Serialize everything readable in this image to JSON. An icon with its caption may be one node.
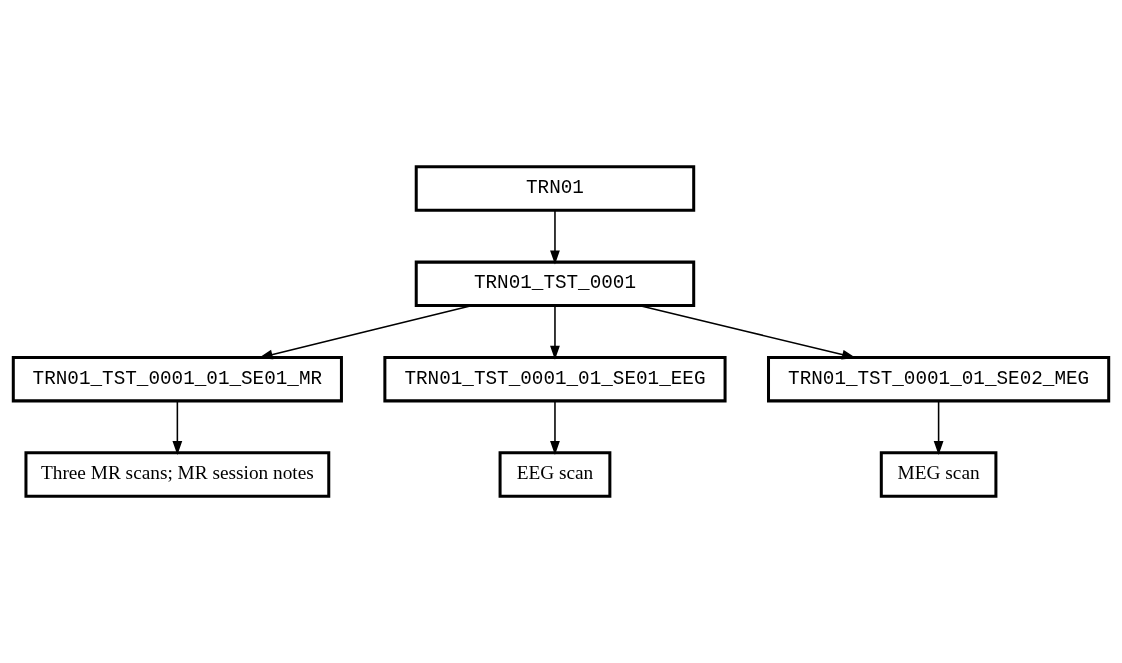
{
  "diagram": {
    "nodes": [
      {
        "text": [
          "TRN01"
        ]
      },
      {
        "text": [
          "TRN01_TST_0001"
        ]
      },
      {
        "text": [
          "TRN01_TST_0001_01_SE01_MR"
        ]
      },
      {
        "text": [
          "TRN01_TST_0001_01_SE01_EEG"
        ]
      },
      {
        "text": [
          "TRN01_TST_0001_01_SE02_MEG"
        ]
      },
      {
        "text": [
          "Three MR scans; MR session notes"
        ]
      },
      {
        "text": [
          "EEG scan"
        ]
      },
      {
        "text": [
          "MEG scan"
        ]
      }
    ],
    "edges": [
      {
        "from": 0,
        "to": 1,
        "arrow": "to"
      },
      {
        "from": 1,
        "to": 2,
        "arrow": "to"
      },
      {
        "from": 1,
        "to": 3,
        "arrow": "to"
      },
      {
        "from": 1,
        "to": 4,
        "arrow": "to"
      },
      {
        "from": 2,
        "to": 5,
        "arrow": "to"
      },
      {
        "from": 3,
        "to": 6,
        "arrow": "to"
      },
      {
        "from": 4,
        "to": 7,
        "arrow": "to"
      }
    ]
  }
}
